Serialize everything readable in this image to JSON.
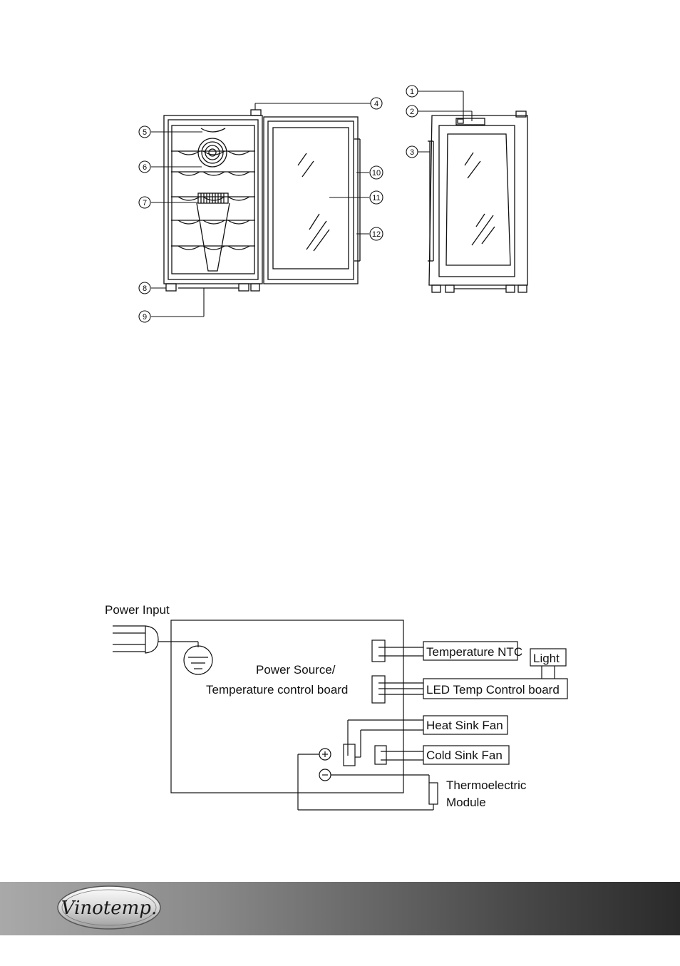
{
  "parts_diagram": {
    "callouts": [
      "1",
      "2",
      "3",
      "4",
      "5",
      "6",
      "7",
      "8",
      "9",
      "10",
      "11",
      "12"
    ]
  },
  "wiring_diagram": {
    "power_input": "Power Input",
    "board_line1": "Power Source/",
    "board_line2": "Temperature control board",
    "temperature_ntc": "Temperature NTC",
    "light": "Light",
    "led_board": "LED Temp Control board",
    "heat_sink_fan": "Heat Sink Fan",
    "cold_sink_fan": "Cold Sink Fan",
    "thermo_line1": "Thermoelectric",
    "thermo_line2": "Module"
  },
  "footer": {
    "brand": "Vinotemp."
  },
  "colors": {
    "footer_start": "#a9a9a9",
    "footer_end": "#2a2a2a",
    "line": "#111111"
  }
}
